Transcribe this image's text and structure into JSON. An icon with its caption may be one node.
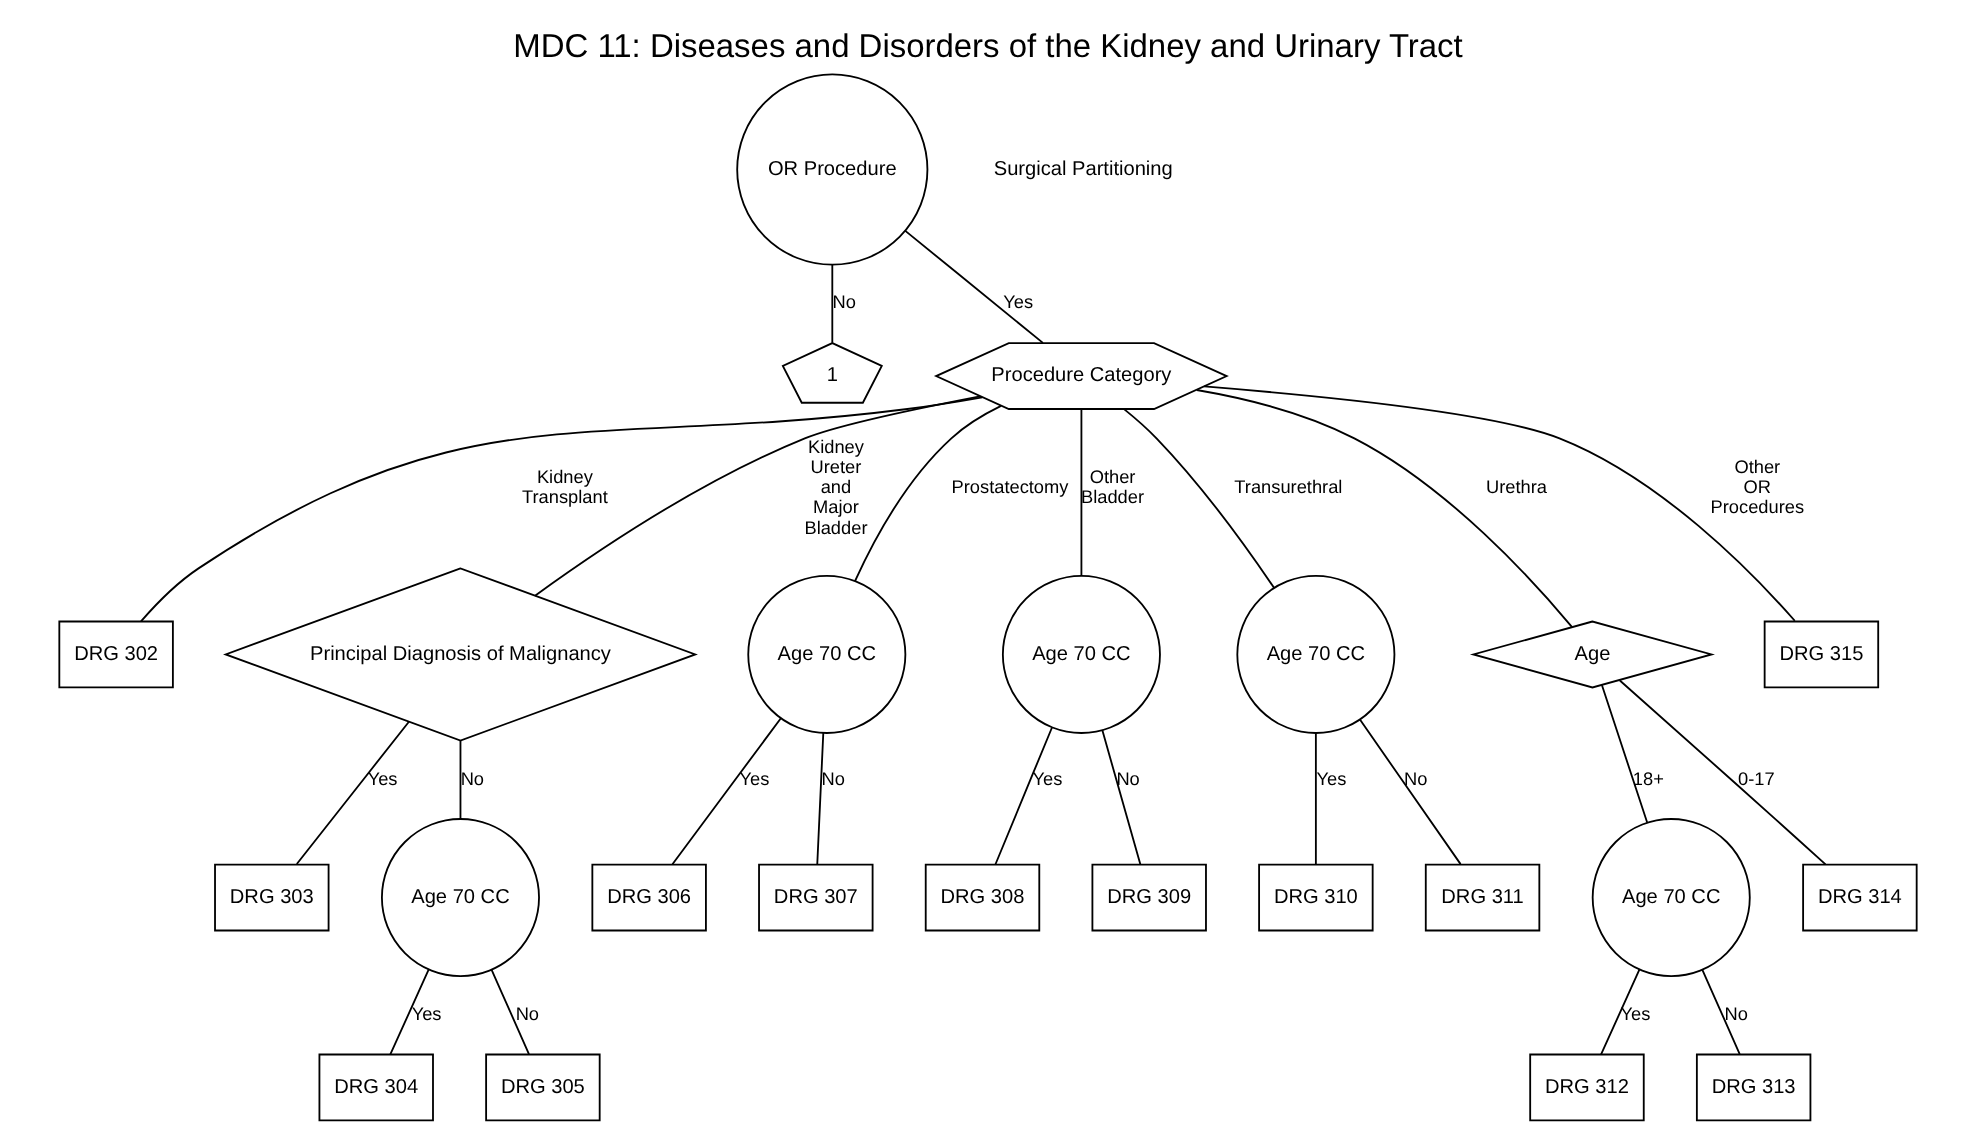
{
  "diagram": {
    "title": "MDC 11: Diseases and Disorders of the Kidney and Urinary Tract",
    "nodes": [
      {
        "text": [
          "OR Procedure"
        ]
      },
      {
        "text": [
          "1"
        ]
      },
      {
        "text": [
          "Procedure Category"
        ]
      },
      {
        "text": [
          "DRG 302"
        ]
      },
      {
        "text": [
          "Principal Diagnosis of Malignancy"
        ]
      },
      {
        "text": [
          "Age 70 CC"
        ]
      },
      {
        "text": [
          "Age 70 CC"
        ]
      },
      {
        "text": [
          "Age 70 CC"
        ]
      },
      {
        "text": [
          "Age"
        ]
      },
      {
        "text": [
          "DRG 315"
        ]
      },
      {
        "text": [
          "DRG 303"
        ]
      },
      {
        "text": [
          "Age 70 CC"
        ]
      },
      {
        "text": [
          "DRG 306"
        ]
      },
      {
        "text": [
          "DRG 307"
        ]
      },
      {
        "text": [
          "DRG 308"
        ]
      },
      {
        "text": [
          "DRG 309"
        ]
      },
      {
        "text": [
          "DRG 310"
        ]
      },
      {
        "text": [
          "DRG 311"
        ]
      },
      {
        "text": [
          "Age 70 CC"
        ]
      },
      {
        "text": [
          "DRG 314"
        ]
      },
      {
        "text": [
          "DRG 304"
        ]
      },
      {
        "text": [
          "DRG 305"
        ]
      },
      {
        "text": [
          "DRG 312"
        ]
      },
      {
        "text": [
          "DRG 313"
        ]
      }
    ],
    "edges": [
      {
        "from": 0,
        "to": 1,
        "arrow": "none",
        "label": "No"
      },
      {
        "from": 0,
        "to": 2,
        "arrow": "none",
        "label": "Yes"
      },
      {
        "from": 2,
        "to": 3,
        "arrow": "none",
        "label": "Kidney Transplant"
      },
      {
        "from": 2,
        "to": 4,
        "arrow": "none",
        "label": "Kidney Ureter and Major Bladder"
      },
      {
        "from": 2,
        "to": 5,
        "arrow": "none",
        "label": "Prostatectomy"
      },
      {
        "from": 2,
        "to": 6,
        "arrow": "none",
        "label": "Other Bladder"
      },
      {
        "from": 2,
        "to": 7,
        "arrow": "none",
        "label": "Transurethral"
      },
      {
        "from": 2,
        "to": 8,
        "arrow": "none",
        "label": "Urethra"
      },
      {
        "from": 2,
        "to": 9,
        "arrow": "none",
        "label": "Other OR Procedures"
      },
      {
        "from": 4,
        "to": 10,
        "arrow": "none",
        "label": "Yes"
      },
      {
        "from": 4,
        "to": 11,
        "arrow": "none",
        "label": "No"
      },
      {
        "from": 5,
        "to": 12,
        "arrow": "none",
        "label": "Yes"
      },
      {
        "from": 5,
        "to": 13,
        "arrow": "none",
        "label": "No"
      },
      {
        "from": 6,
        "to": 14,
        "arrow": "none",
        "label": "Yes"
      },
      {
        "from": 6,
        "to": 15,
        "arrow": "none",
        "label": "No"
      },
      {
        "from": 7,
        "to": 16,
        "arrow": "none",
        "label": "Yes"
      },
      {
        "from": 7,
        "to": 17,
        "arrow": "none",
        "label": "No"
      },
      {
        "from": 8,
        "to": 18,
        "arrow": "none",
        "label": "18+"
      },
      {
        "from": 8,
        "to": 19,
        "arrow": "none",
        "label": "0-17"
      },
      {
        "from": 11,
        "to": 20,
        "arrow": "none",
        "label": "Yes"
      },
      {
        "from": 11,
        "to": 21,
        "arrow": "none",
        "label": "No"
      },
      {
        "from": 18,
        "to": 22,
        "arrow": "none",
        "label": "Yes"
      },
      {
        "from": 18,
        "to": 23,
        "arrow": "none",
        "label": "No"
      }
    ],
    "labels": [
      "Surgical Partitioning"
    ]
  }
}
